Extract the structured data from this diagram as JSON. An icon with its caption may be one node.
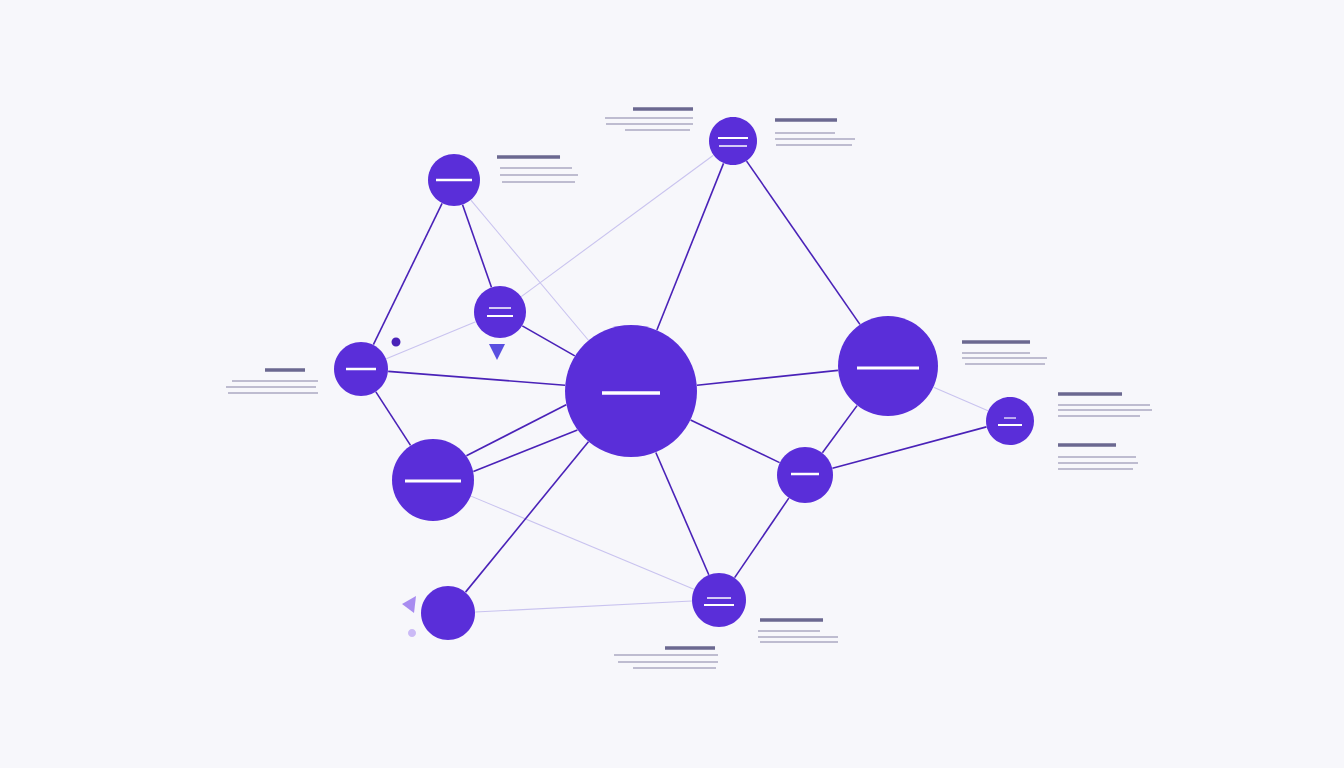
{
  "diagram": {
    "nodes": [
      {
        "text": [],
        "shape": "circle"
      },
      {
        "text": [],
        "shape": "circle"
      },
      {
        "text": [],
        "shape": "circle"
      },
      {
        "text": [],
        "shape": "circle"
      },
      {
        "text": [],
        "shape": "circle"
      },
      {
        "text": [],
        "shape": "circle"
      },
      {
        "text": [],
        "shape": "circle"
      },
      {
        "text": [],
        "shape": "circle"
      },
      {
        "text": [],
        "shape": "circle"
      },
      {
        "text": [],
        "shape": "circle"
      },
      {
        "text": [],
        "shape": "circle"
      }
    ],
    "edges": [
      {
        "from": 9,
        "to": 10,
        "arrow": "none",
        "color": "#c9c3ef"
      },
      {
        "from": 0,
        "to": 4,
        "arrow": "none",
        "color": "#c9c3ef"
      },
      {
        "from": 1,
        "to": 2,
        "arrow": "none",
        "color": "#c9c3ef"
      },
      {
        "from": 3,
        "to": 2,
        "arrow": "none",
        "color": "#c9c3ef"
      },
      {
        "from": 5,
        "to": 6,
        "arrow": "none",
        "color": "#c9c3ef"
      },
      {
        "from": 7,
        "to": 10,
        "arrow": "none",
        "color": "#c9c3ef"
      },
      {
        "from": 0,
        "to": 3,
        "arrow": "none"
      },
      {
        "from": 0,
        "to": 2,
        "arrow": "none"
      },
      {
        "from": 2,
        "to": 4,
        "arrow": "none"
      },
      {
        "from": 1,
        "to": 4,
        "arrow": "none"
      },
      {
        "from": 1,
        "to": 5,
        "arrow": "none"
      },
      {
        "from": 3,
        "to": 4,
        "arrow": "none"
      },
      {
        "from": 3,
        "to": 7,
        "arrow": "none"
      },
      {
        "from": 7,
        "to": 4,
        "arrow": "none"
      },
      {
        "from": 7,
        "to": 4,
        "arrow": "none"
      },
      {
        "from": 9,
        "to": 4,
        "arrow": "none"
      },
      {
        "from": 4,
        "to": 10,
        "arrow": "none"
      },
      {
        "from": 4,
        "to": 8,
        "arrow": "none"
      },
      {
        "from": 4,
        "to": 5,
        "arrow": "none"
      },
      {
        "from": 5,
        "to": 8,
        "arrow": "none"
      },
      {
        "from": 8,
        "to": 10,
        "arrow": "none"
      },
      {
        "from": 8,
        "to": 6,
        "arrow": "none"
      }
    ]
  }
}
